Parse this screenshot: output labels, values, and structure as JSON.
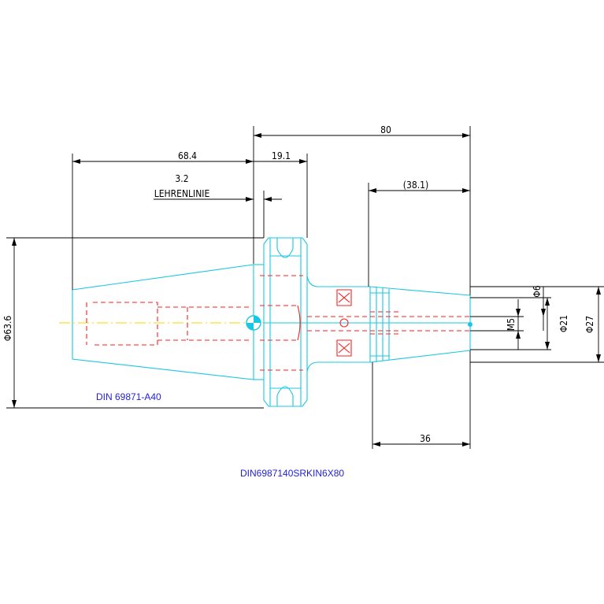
{
  "dimensions": {
    "total_length": "80",
    "taper_length": "68.4",
    "flange_width": "19.1",
    "gauge_offset": "3.2",
    "gauge_line_label": "LEHRENLINIE",
    "collet_length": "(38.1)",
    "shank_length": "36",
    "flange_diameter": "Φ63.6",
    "bore_diameter": "Φ6",
    "thread": "M5",
    "inner_diameter": "Φ21",
    "outer_diameter": "Φ27"
  },
  "labels": {
    "standard": "DIN 69871-A40",
    "part_number": "DIN6987140SRKIN6X80"
  },
  "colors": {
    "outline": "#19c8e0",
    "hidden": "#ff1e1e",
    "centerline": "#ffd400",
    "dimension": "#000000",
    "text": "#1f1fd6"
  }
}
